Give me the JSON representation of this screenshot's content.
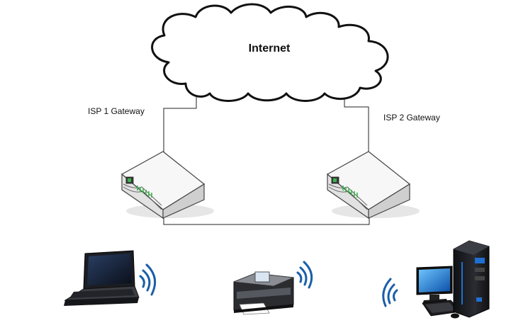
{
  "cloud": {
    "label": "Internet",
    "icon": "cloud-icon"
  },
  "gateways": [
    {
      "label": "ISP 1 Gateway",
      "icon": "router-icon"
    },
    {
      "label": "ISP 2 Gateway",
      "icon": "router-icon"
    }
  ],
  "clients": [
    {
      "icon": "laptop-icon"
    },
    {
      "icon": "printer-icon"
    },
    {
      "icon": "desktop-pc-icon"
    }
  ],
  "colors": {
    "line": "#222222",
    "cloud_fill": "#ffffff",
    "router_body": "#f2f2f2",
    "led": "#39b54a"
  }
}
